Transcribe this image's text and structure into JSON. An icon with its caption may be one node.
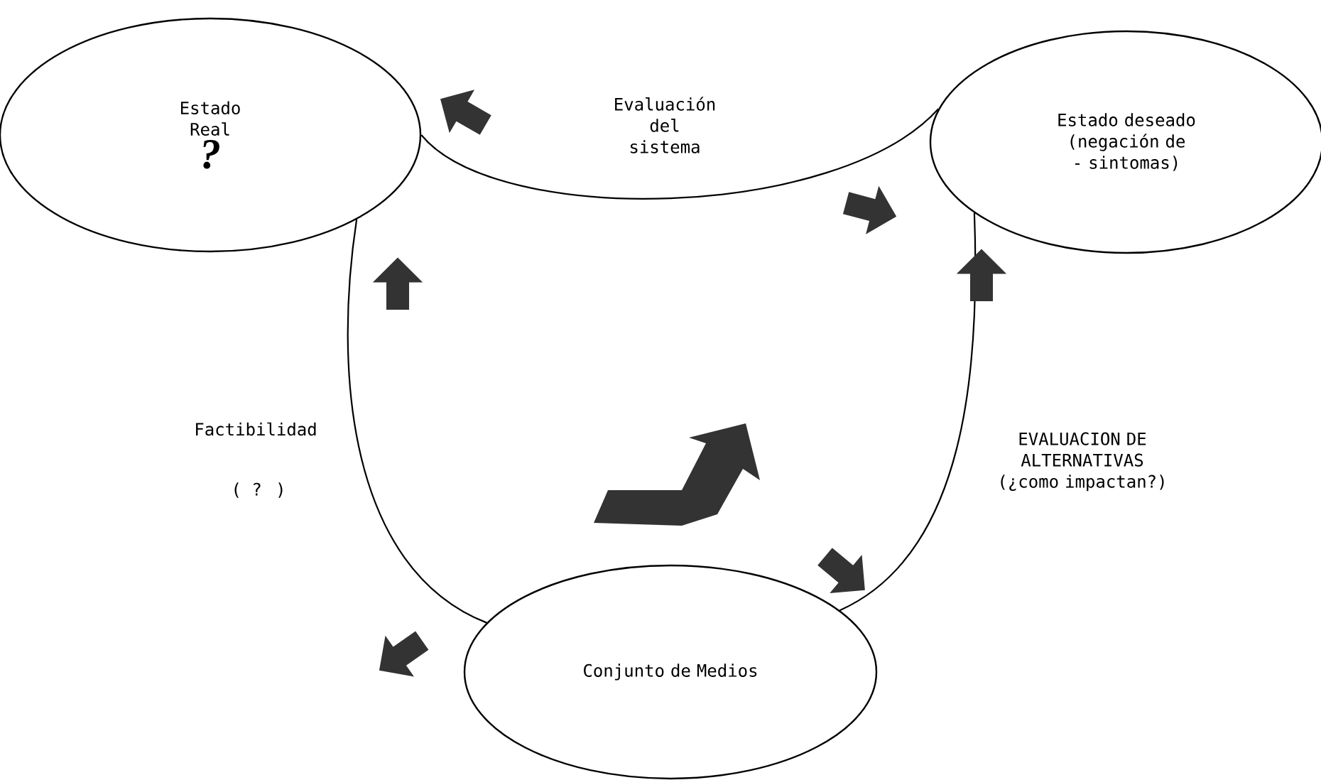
{
  "diagram": {
    "nodes": [
      {
        "text": [
          "Estado Real",
          "?"
        ]
      },
      {
        "text": [
          "Estado deseado (negación de - sintomas)"
        ]
      },
      {
        "text": [
          "Conjunto de Medios"
        ]
      }
    ],
    "edges": [
      {
        "from": 0,
        "to": 1,
        "arrow": "none",
        "label": "Evaluación del sistema"
      },
      {
        "from": 0,
        "to": 2,
        "arrow": "none",
        "label": "Factibilidad"
      },
      {
        "from": 1,
        "to": 2,
        "arrow": "none",
        "label": "EVALUACION DE ALTERNATIVAS (¿como impactan?)"
      }
    ],
    "labels": [
      "( ? )"
    ]
  }
}
